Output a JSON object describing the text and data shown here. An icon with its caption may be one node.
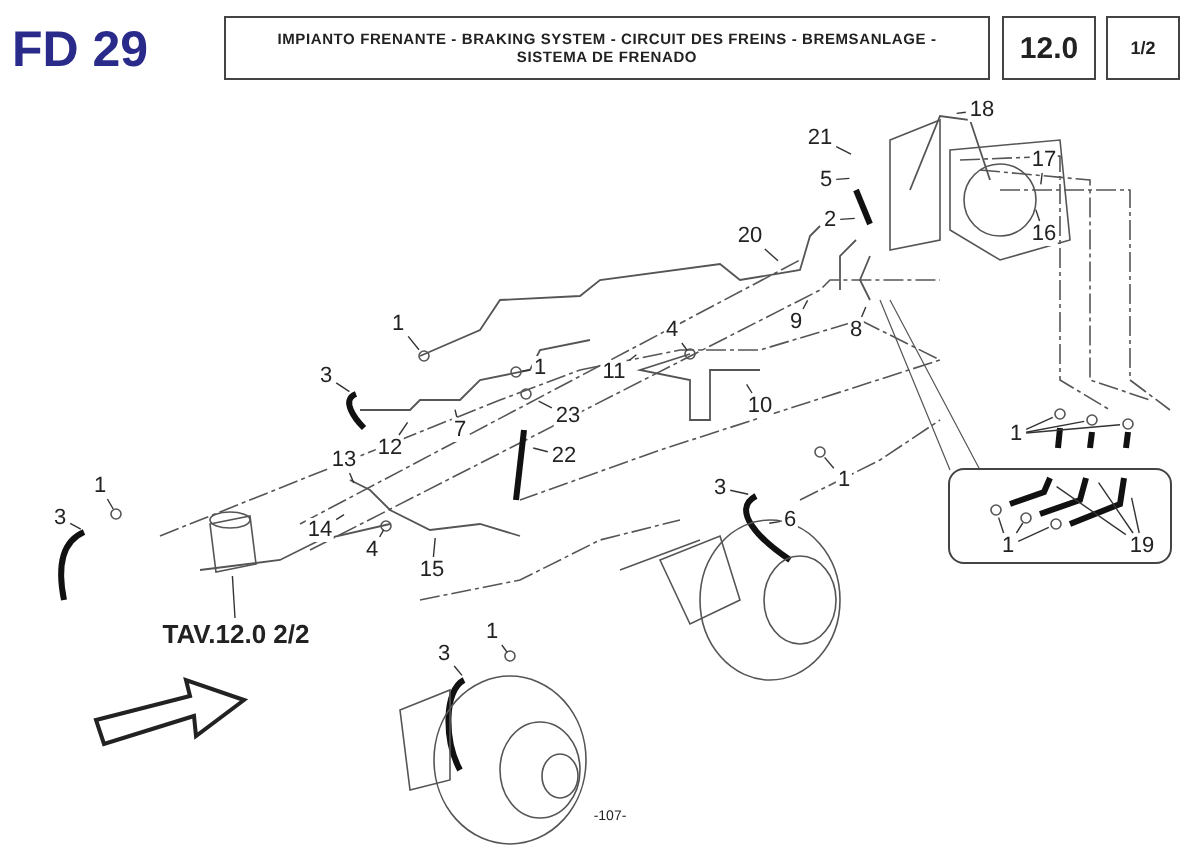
{
  "diagram": {
    "title": "IMPIANTO FRENANTE - BRAKING SYSTEM - CIRCUIT DES FREINS - BREMSANLAGE - SISTEMA DE FRENADO",
    "nodes": [
      {
        "text": [
          "1"
        ]
      },
      {
        "text": [
          "3"
        ]
      },
      {
        "text": [
          "1"
        ]
      },
      {
        "text": [
          "12"
        ]
      },
      {
        "text": [
          "7"
        ]
      },
      {
        "text": [
          "23"
        ]
      },
      {
        "text": [
          "22"
        ]
      },
      {
        "text": [
          "13"
        ]
      },
      {
        "text": [
          "1"
        ]
      },
      {
        "text": [
          "3"
        ]
      },
      {
        "text": [
          "14"
        ]
      },
      {
        "text": [
          "4"
        ]
      },
      {
        "text": [
          "15"
        ]
      },
      {
        "text": [
          "TAV.12.0 2/2"
        ]
      },
      {
        "text": [
          "3"
        ]
      },
      {
        "text": [
          "1"
        ]
      },
      {
        "text": [
          "20"
        ]
      },
      {
        "text": [
          "9"
        ]
      },
      {
        "text": [
          "8"
        ]
      },
      {
        "text": [
          "4"
        ]
      },
      {
        "text": [
          "11"
        ]
      },
      {
        "text": [
          "10"
        ]
      },
      {
        "text": [
          "18"
        ]
      },
      {
        "text": [
          "21"
        ]
      },
      {
        "text": [
          "5"
        ]
      },
      {
        "text": [
          "2"
        ]
      },
      {
        "text": [
          "17"
        ]
      },
      {
        "text": [
          "16"
        ]
      },
      {
        "text": [
          "1"
        ]
      },
      {
        "text": [
          "3"
        ]
      },
      {
        "text": [
          "6"
        ]
      },
      {
        "text": [
          "1"
        ]
      },
      {
        "text": [],
        "shape": "box"
      },
      {
        "text": [
          "1"
        ],
        "in": 32
      },
      {
        "text": [
          "19"
        ],
        "in": 32
      }
    ],
    "edges": [
      {
        "from": 0,
        "to": null,
        "arrow": "none"
      },
      {
        "from": 1,
        "to": null,
        "arrow": "none"
      },
      {
        "from": 2,
        "to": null,
        "arrow": "none"
      },
      {
        "from": 3,
        "to": null,
        "arrow": "none"
      },
      {
        "from": 4,
        "to": null,
        "arrow": "none"
      },
      {
        "from": 5,
        "to": null,
        "arrow": "none"
      },
      {
        "from": 6,
        "to": null,
        "arrow": "none"
      },
      {
        "from": 7,
        "to": null,
        "arrow": "none"
      },
      {
        "from": 8,
        "to": null,
        "arrow": "none"
      },
      {
        "from": 9,
        "to": null,
        "arrow": "none"
      },
      {
        "from": 10,
        "to": null,
        "arrow": "none"
      },
      {
        "from": 11,
        "to": null,
        "arrow": "none"
      },
      {
        "from": 12,
        "to": null,
        "arrow": "none"
      },
      {
        "from": 13,
        "to": null,
        "arrow": "none"
      },
      {
        "from": 14,
        "to": null,
        "arrow": "none"
      },
      {
        "from": 15,
        "to": null,
        "arrow": "none"
      },
      {
        "from": 16,
        "to": null,
        "arrow": "none"
      },
      {
        "from": 17,
        "to": null,
        "arrow": "none"
      },
      {
        "from": 18,
        "to": null,
        "arrow": "none"
      },
      {
        "from": 19,
        "to": null,
        "arrow": "none"
      },
      {
        "from": 20,
        "to": null,
        "arrow": "none"
      },
      {
        "from": 21,
        "to": null,
        "arrow": "none"
      },
      {
        "from": 22,
        "to": null,
        "arrow": "none"
      },
      {
        "from": 23,
        "to": null,
        "arrow": "none"
      },
      {
        "from": 24,
        "to": null,
        "arrow": "none"
      },
      {
        "from": 25,
        "to": null,
        "arrow": "none"
      },
      {
        "from": 26,
        "to": null,
        "arrow": "none"
      },
      {
        "from": 27,
        "to": null,
        "arrow": "none"
      },
      {
        "from": 28,
        "to": null,
        "arrow": "none"
      },
      {
        "from": 29,
        "to": null,
        "arrow": "none"
      },
      {
        "from": 30,
        "to": null,
        "arrow": "none"
      },
      {
        "from": 31,
        "to": null,
        "arrow": "none"
      },
      {
        "from": 31,
        "to": null,
        "arrow": "none"
      },
      {
        "from": 31,
        "to": null,
        "arrow": "none"
      },
      {
        "from": 33,
        "to": null,
        "arrow": "none"
      },
      {
        "from": 33,
        "to": null,
        "arrow": "none"
      },
      {
        "from": 33,
        "to": null,
        "arrow": "none"
      },
      {
        "from": 34,
        "to": null,
        "arrow": "none"
      },
      {
        "from": 34,
        "to": null,
        "arrow": "none"
      },
      {
        "from": 34,
        "to": null,
        "arrow": "none"
      }
    ],
    "labels": [
      "FD 29",
      "12.0",
      "1/2",
      "-107-"
    ]
  }
}
